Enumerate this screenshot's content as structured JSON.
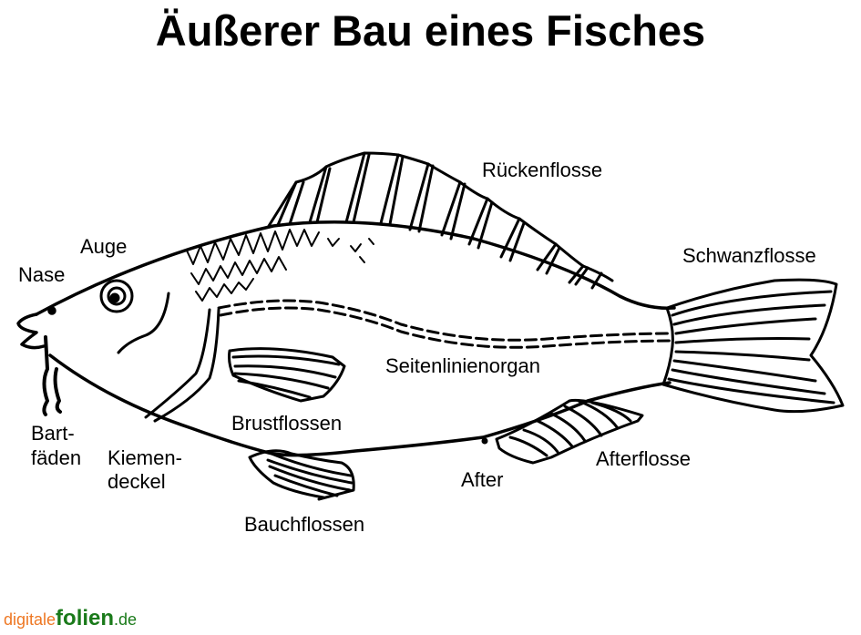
{
  "title": "Äußerer Bau eines Fisches",
  "labels": {
    "nase": "Nase",
    "auge": "Auge",
    "rueckenflosse": "Rückenflosse",
    "schwanzflosse": "Schwanzflosse",
    "seitenlinienorgan": "Seitenlinienorgan",
    "brustflossen": "Brustflossen",
    "bartfaeden_1": "Bart-",
    "bartfaeden_2": "fäden",
    "kiemendeckel_1": "Kiemen-",
    "kiemendeckel_2": "deckel",
    "bauchflossen": "Bauchflossen",
    "after": "After",
    "afterflosse": "Afterflosse"
  },
  "logo": {
    "part1": "digitale",
    "part2": "folien",
    "part3": ".de",
    "colors": {
      "orange": "#ee7722",
      "green": "#1a7a1a"
    }
  }
}
